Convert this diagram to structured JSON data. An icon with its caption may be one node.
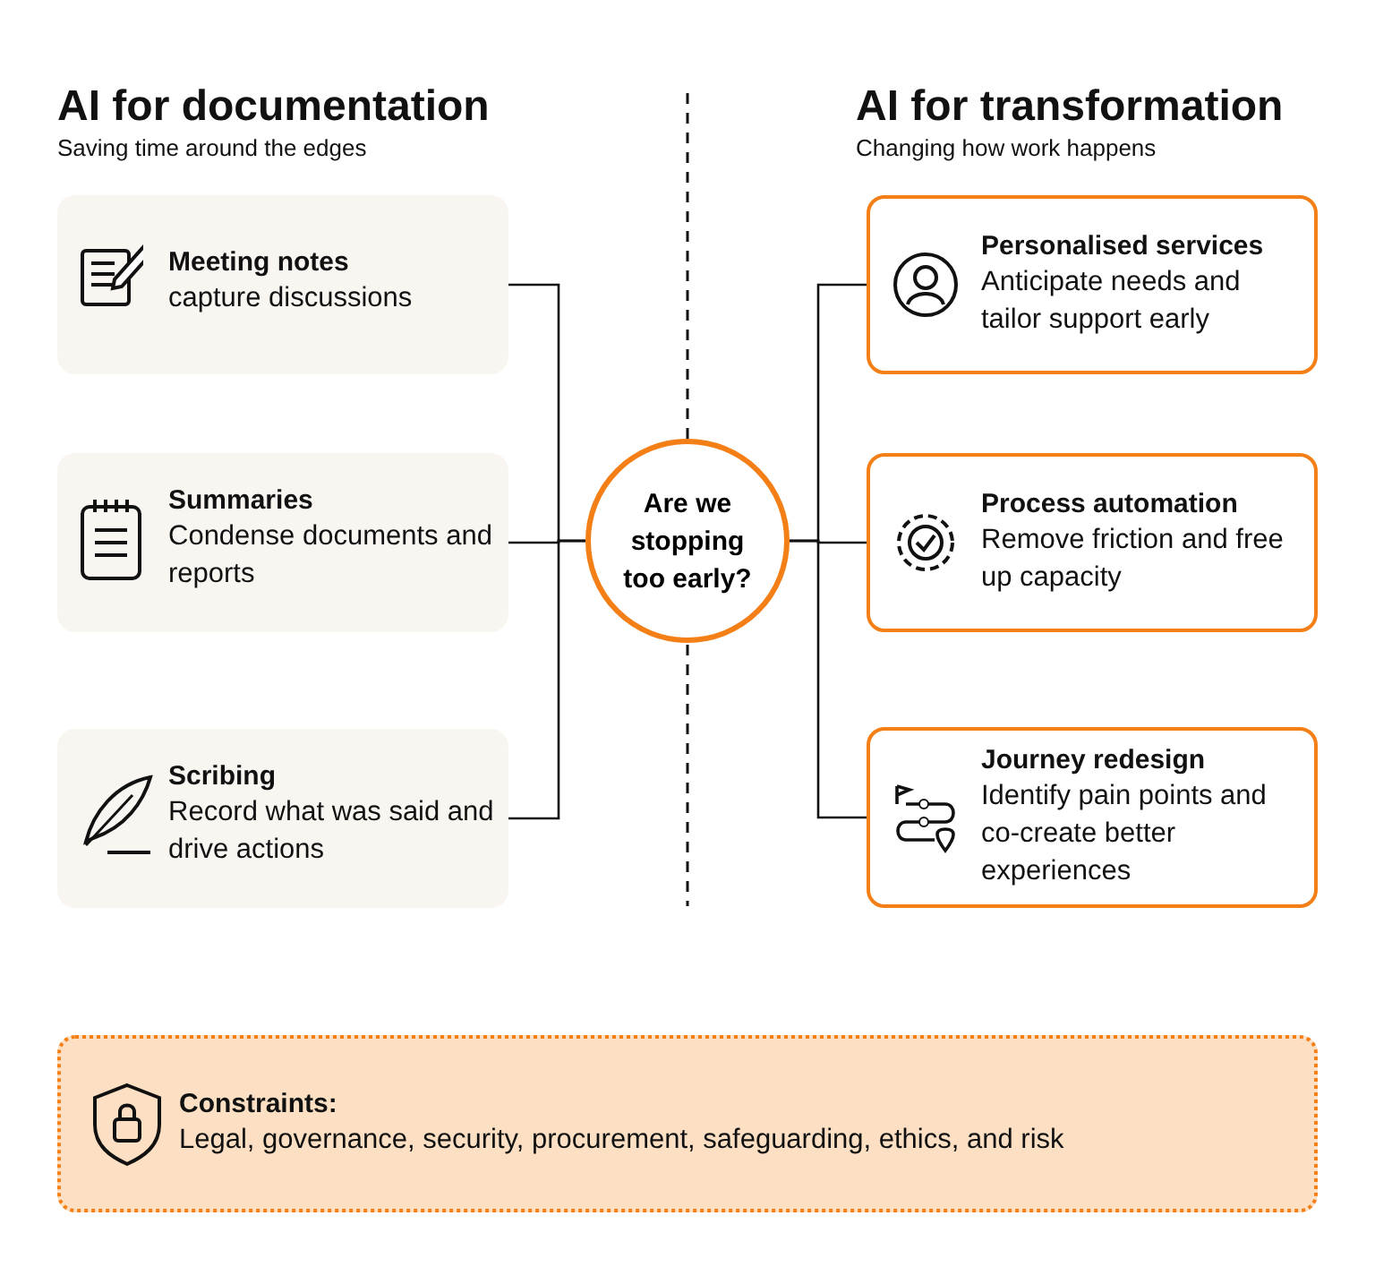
{
  "diagram": {
    "nodes": [
      {
        "text": [
          "Meeting notes",
          "capture discussions"
        ]
      },
      {
        "text": [
          "Summaries",
          "Condense documents and reports"
        ]
      },
      {
        "text": [
          "Scribing",
          "Record what was said and drive actions"
        ]
      },
      {
        "text": [
          "Are we stopping too early?"
        ]
      },
      {
        "text": [
          "Personalised services",
          "Anticipate needs and tailor support early"
        ]
      },
      {
        "text": [
          "Process automation",
          "Remove friction and free up capacity"
        ]
      },
      {
        "text": [
          "Journey redesign",
          "Identify pain points and co-create better experiences"
        ]
      },
      {
        "text": [
          "Constraints:",
          "Legal, governance, security, procurement, safeguarding, ethics, and risk"
        ]
      }
    ],
    "edges": [
      {
        "from": 0,
        "to": 3,
        "arrow": "none"
      },
      {
        "from": 1,
        "to": 3,
        "arrow": "none"
      },
      {
        "from": 2,
        "to": 3,
        "arrow": "none"
      },
      {
        "from": 3,
        "to": 4,
        "arrow": "none"
      },
      {
        "from": 3,
        "to": 5,
        "arrow": "none"
      },
      {
        "from": 3,
        "to": 6,
        "arrow": "none"
      }
    ],
    "labels": [
      "AI for documentation",
      "Saving time around the edges",
      "AI for transformation",
      "Changing how work happens"
    ]
  }
}
